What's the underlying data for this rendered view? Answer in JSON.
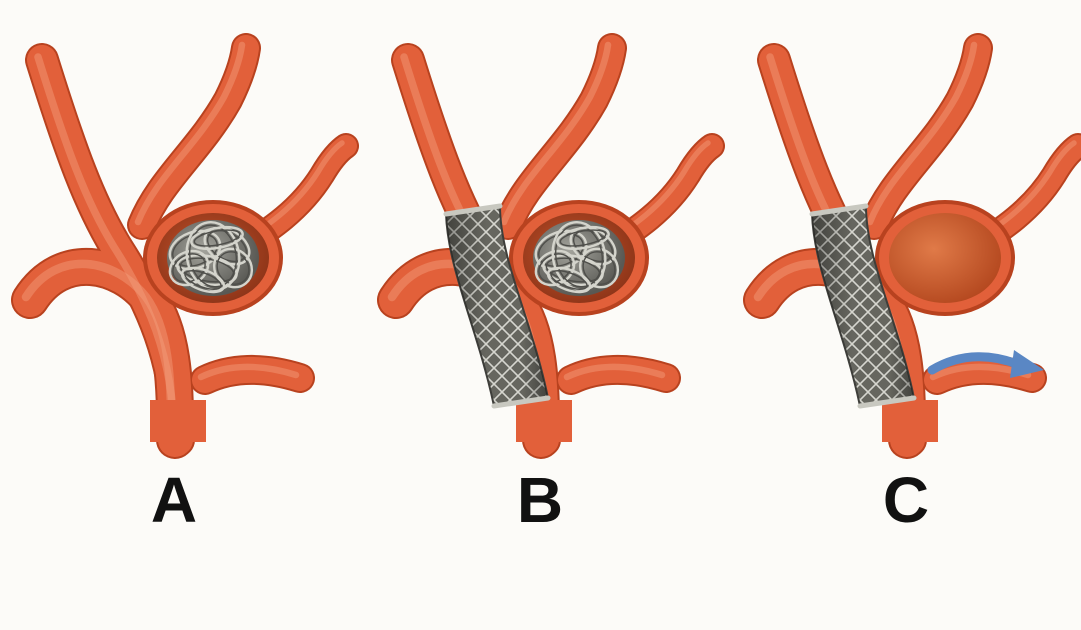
{
  "panels": [
    {
      "label": "A",
      "treatment": "coil",
      "coil": true,
      "stent": false,
      "aneurysm_state": "coil-filled"
    },
    {
      "label": "B",
      "treatment": "stent-assisted-coil",
      "coil": true,
      "stent": true,
      "aneurysm_state": "coil-filled"
    },
    {
      "label": "C",
      "treatment": "flow-diverter",
      "coil": false,
      "stent": true,
      "aneurysm_state": "empty",
      "flow_arrow": true
    }
  ],
  "colors": {
    "vessel": "#e2603a",
    "vessel_dark": "#b8421f",
    "vessel_highlight": "#f3a07f",
    "aneurysm_interior": "#9e3d1f",
    "stent": "#6a6a66",
    "stent_mesh": "#d8d8d2",
    "coil": "#7b7b76",
    "flow_arrow": "#5a87c4",
    "background": "#fcfbf8",
    "label": "#111111"
  }
}
